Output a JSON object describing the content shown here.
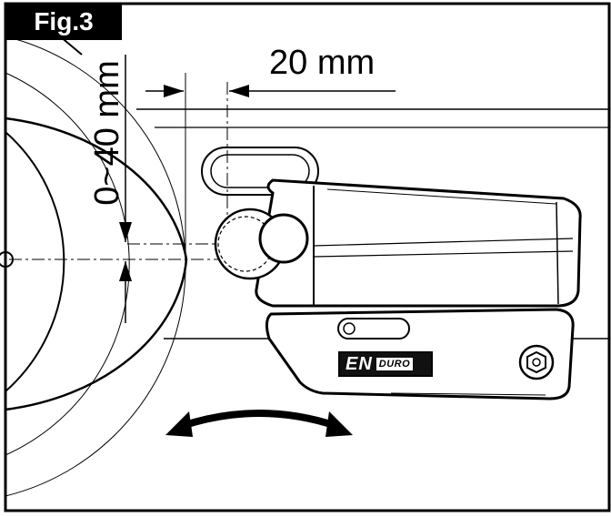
{
  "figure": {
    "label": "Fig.3",
    "dimension_horizontal": "20 mm",
    "dimension_vertical": "0~40 mm",
    "logo": {
      "main": "EN",
      "secondary": "DURO"
    },
    "icons": [
      "wheel",
      "mover-roller",
      "mounting-bracket",
      "adjustment-slot",
      "pivot-bolt",
      "double-arrow"
    ]
  }
}
